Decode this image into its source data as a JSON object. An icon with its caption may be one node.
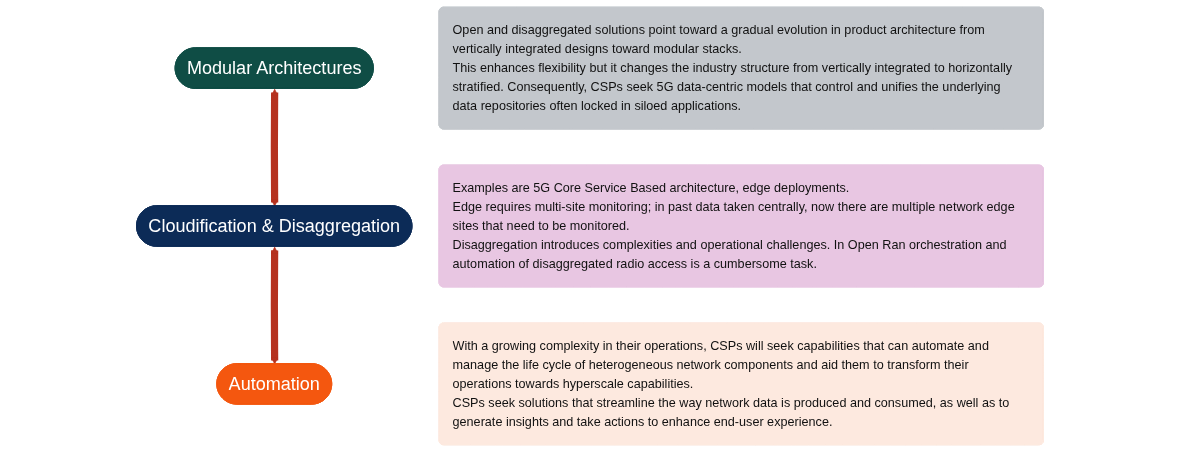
{
  "diagram": {
    "nodes": [
      {
        "text": [
          "Modular Architectures"
        ]
      },
      {
        "text": [
          "Open and disaggregated solutions point toward a gradual evolution in product architecture from vertically integrated designs toward modular stacks.",
          "This enhances flexibility but it changes the industry structure from vertically integrated to horizontally stratified. Consequently, CSPs seek 5G data-centric models that control and unifies the underlying data repositories often locked in siloed applications."
        ]
      },
      {
        "text": [
          "Cloudification & Disaggregation"
        ]
      },
      {
        "text": [
          "Examples are 5G Core Service Based architecture, edge deployments.",
          "Edge requires multi-site monitoring; in past data taken centrally, now there are multiple network edge sites that need to be monitored.",
          "Disaggregation introduces complexities and operational challenges. In Open Ran orchestration and automation of disaggregated radio access is a cumbersome task."
        ]
      },
      {
        "text": [
          "Automation"
        ]
      },
      {
        "text": [
          "With a growing complexity in their operations, CSPs will seek capabilities that can automate and manage the life cycle of heterogeneous network components and aid them to transform their operations towards hyperscale capabilities.",
          "CSPs seek solutions that streamline the way network data is produced and consumed, as well as to generate insights and take actions to enhance end-user experience."
        ]
      }
    ],
    "edges": [
      {
        "from": 0,
        "to": 2,
        "arrow": "both"
      },
      {
        "from": 2,
        "to": 4,
        "arrow": "both"
      }
    ]
  }
}
